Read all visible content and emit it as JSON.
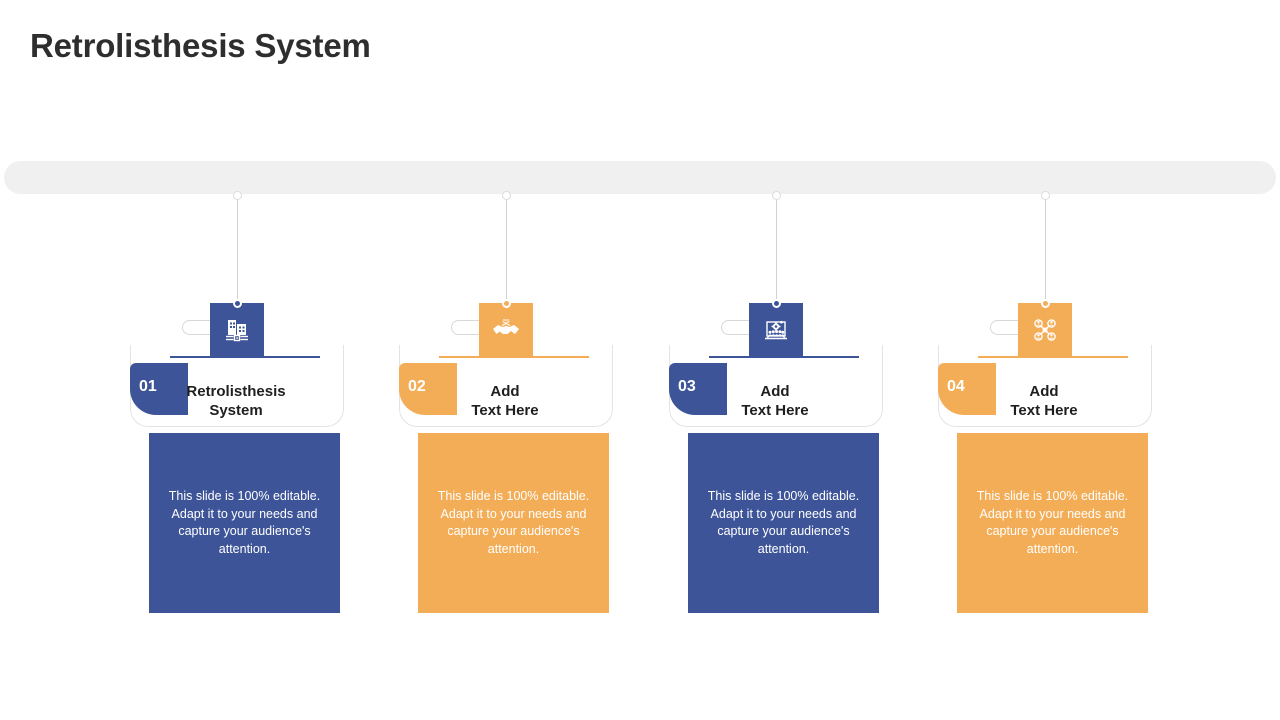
{
  "slide": {
    "title": "Retrolisthesis System",
    "background_color": "#ffffff",
    "title_color": "#2e2e2e"
  },
  "top_bar": {
    "name": "timeline-bar",
    "color": "#f0f0f0"
  },
  "palette": {
    "blue": "#3e5498",
    "orange": "#f4ad57",
    "line_gray": "#d2d2d2",
    "card_border": "#e3e3e3",
    "text_dark": "#1f1f1f",
    "text_light": "#ffffff"
  },
  "body_text": "This slide is 100% editable. Adapt it to your needs and capture your audience's attention.",
  "cards": [
    {
      "number": "01",
      "heading": "Retrolisthesis\nSystem",
      "heading_line1": "Retrolisthesis",
      "heading_line2": "System",
      "icon": "office-building-icon",
      "accent": "#3e5498",
      "body": "This slide is 100% editable. Adapt it to your needs and capture your audience's attention."
    },
    {
      "number": "02",
      "heading": "Add\nText Here",
      "heading_line1": "Add",
      "heading_line2": "Text Here",
      "icon": "handshake-icon",
      "accent": "#f4ad57",
      "body": "This slide is 100% editable. Adapt it to your needs and capture your audience's attention."
    },
    {
      "number": "03",
      "heading": "Add\nText Here",
      "heading_line1": "Add",
      "heading_line2": "Text Here",
      "icon": "team-training-gear-icon",
      "accent": "#3e5498",
      "body": "This slide is 100% editable. Adapt it to your needs and capture your audience's attention."
    },
    {
      "number": "04",
      "heading": "Add\nText Here",
      "heading_line1": "Add",
      "heading_line2": "Text Here",
      "icon": "network-org-chart-icon",
      "accent": "#f4ad57",
      "body": "This slide is 100% editable. Adapt it to your needs and capture your audience's attention."
    }
  ]
}
